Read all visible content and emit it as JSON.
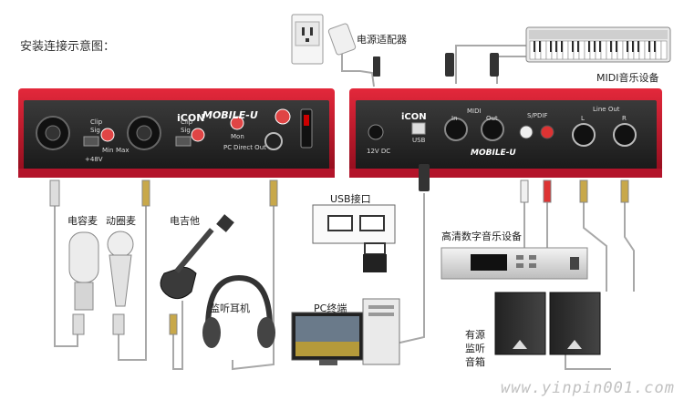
{
  "title": "安装连接示意图：",
  "labels": {
    "power_adapter": "电源适配器",
    "midi_keyboard": "MIDI音乐设备",
    "condenser_mic": "电容麦",
    "dynamic_mic": "动圈麦",
    "electric_guitar": "电吉他",
    "headphones": "监听耳机",
    "usb_port": "USB接口",
    "pc": "PC终端",
    "hd_audio_device": "高清数字音乐设备",
    "active_monitors": "有源\n监听\n音箱"
  },
  "device": {
    "brand": "iCON",
    "model": "MOBILE-U",
    "front": {
      "clip1": "Clip",
      "sig1": "Sig",
      "min": "Min",
      "max": "Max",
      "v48": "+48V",
      "clip2": "Clip",
      "sig2": "Sig",
      "mon": "Mon",
      "pc": "PC",
      "direct_out": "Direct Out"
    },
    "back": {
      "dc": "12V DC",
      "usb": "USB",
      "midi": "MIDI",
      "in": "In",
      "out": "Out",
      "spdif": "S/PDIF",
      "line_out": "Line Out",
      "l": "L",
      "r": "R"
    }
  },
  "watermark": "www.yinpin001.com",
  "colors": {
    "red": "#c8102e",
    "dark": "#2a2a2a",
    "cable": "#9a9a9a",
    "knob": "#e04545"
  }
}
